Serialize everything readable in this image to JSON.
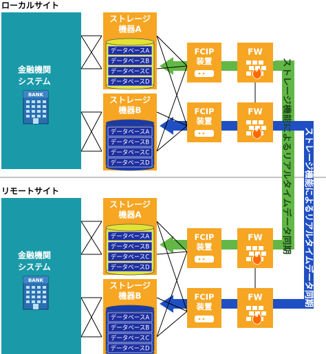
{
  "colors": {
    "teal": "#1a9aa8",
    "orange": "#f6a623",
    "green": "#62b746",
    "blue": "#1f4fc2",
    "db_yellow": "#e2e233",
    "db_blue": "#1a3aa8"
  },
  "sites": [
    {
      "title": "ローカルサイト",
      "system_label": "金融機関\nシステム",
      "bank_label": "BANK",
      "storage": [
        {
          "title": "ストレージ\n機器A",
          "color": "yellow",
          "databases": [
            "データベースA",
            "データベースB",
            "データベースC",
            "データベースD"
          ]
        },
        {
          "title": "ストレージ\n機器B",
          "color": "blue",
          "databases": [
            "データベースA",
            "データベースB",
            "データベースC",
            "データベースD"
          ]
        }
      ],
      "fcip_label": "FCIP\n装置",
      "fw_label": "FW"
    },
    {
      "title": "リモートサイト",
      "system_label": "金融機関\nシステム",
      "bank_label": "BANK",
      "storage": [
        {
          "title": "ストレージ\n機器A",
          "color": "yellow",
          "databases": [
            "データベースA",
            "データベースB",
            "データベースC",
            "データベースD"
          ]
        },
        {
          "title": "ストレージ\n機器B",
          "color": "blue",
          "databases": [
            "データベースA",
            "データベースB",
            "データベースC",
            "データベースD"
          ]
        }
      ],
      "fcip_label": "FCIP\n装置",
      "fw_label": "FW"
    }
  ],
  "sync_label_green": "ストレージ機能によるリアルタイムデータ同期",
  "sync_label_blue": "ストレージ機能によるリアルタイムデータ同期"
}
